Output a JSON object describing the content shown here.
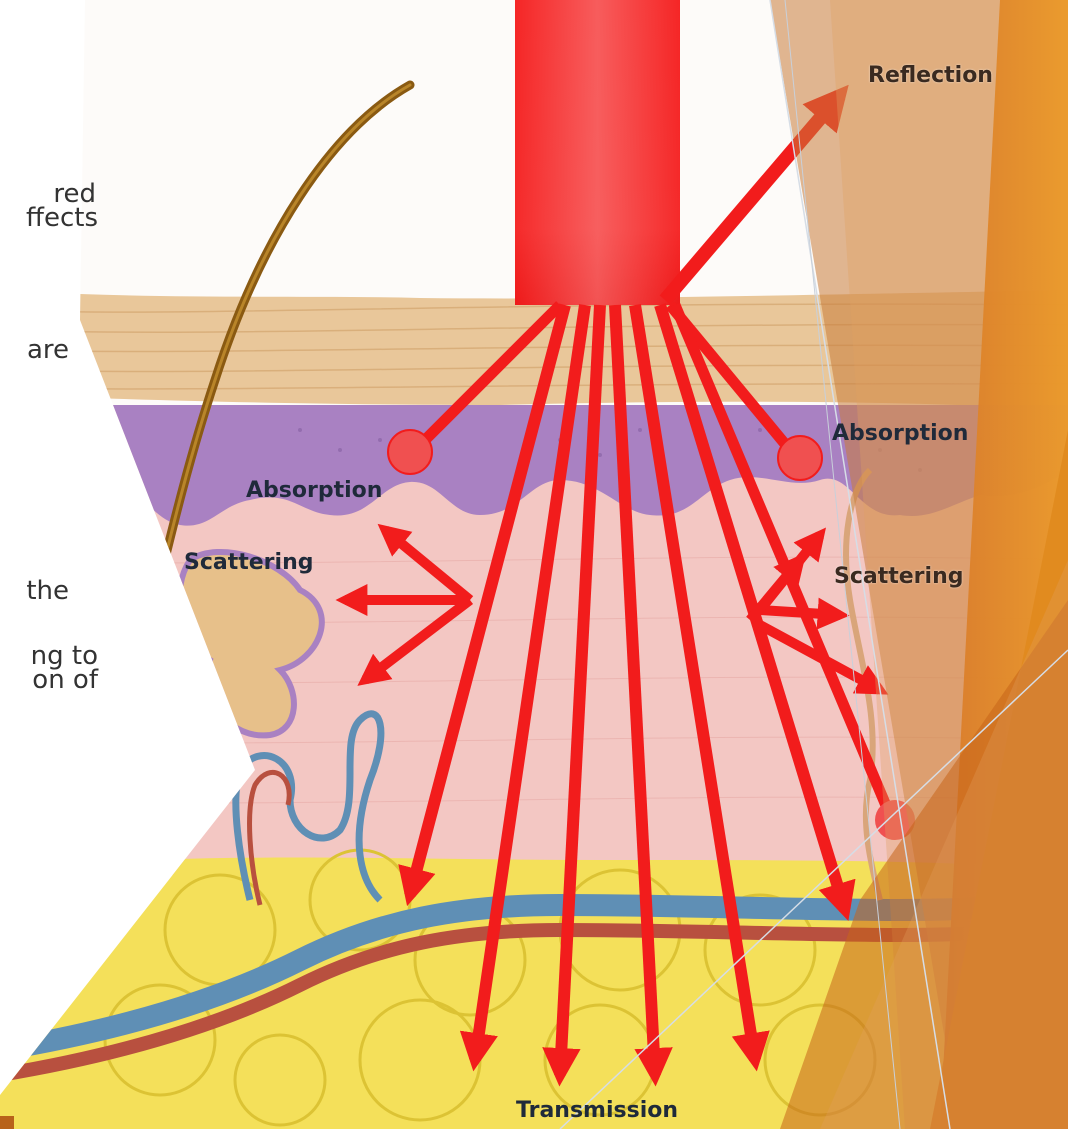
{
  "slide": {
    "text_fragments": [
      "red",
      "ffects",
      "are",
      "the",
      "ng to",
      "on of"
    ]
  },
  "diagram": {
    "labels": {
      "reflection": "Reflection",
      "absorption_left": "Absorption",
      "absorption_right": "Absorption",
      "scattering_left": "Scattering",
      "scattering_right": "Scattering",
      "transmission": "Transmission"
    }
  },
  "colors": {
    "laser_red": "#f21c1c",
    "epidermis": "#e9c79a",
    "dermis_purple": "#a981c2",
    "dermis_pink": "#f3c7c3",
    "fat_yellow": "#f4e05a",
    "hair": "#8a5a12",
    "theme_orange": "#e08a1e"
  }
}
